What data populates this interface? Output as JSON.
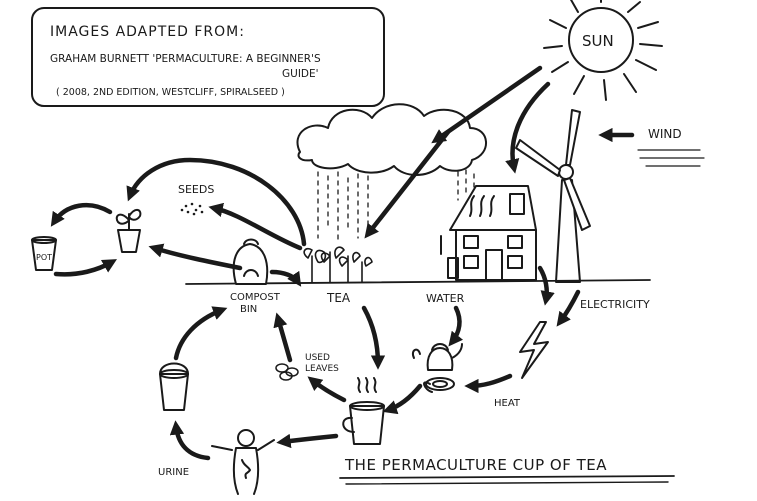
{
  "credit": {
    "line1": "IMAGES ADAPTED FROM:",
    "line2": "GRAHAM BURNETT 'PERMACULTURE: A BEGINNER'S",
    "line3": "GUIDE'",
    "line4": "( 2008, 2ND EDITION, WESTCLIFF, SPIRALSEED )"
  },
  "labels": {
    "sun": "SUN",
    "wind": "WIND",
    "seeds": "SEEDS",
    "pot": "POT",
    "compost_bin_1": "COMPOST",
    "compost_bin_2": "BIN",
    "tea": "TEA",
    "water": "WATER",
    "electricity": "ELECTRICITY",
    "used_leaves_1": "USED",
    "used_leaves_2": "LEAVES",
    "heat": "HEAT",
    "urine": "URINE"
  },
  "title": "THE PERMACULTURE CUP OF TEA"
}
